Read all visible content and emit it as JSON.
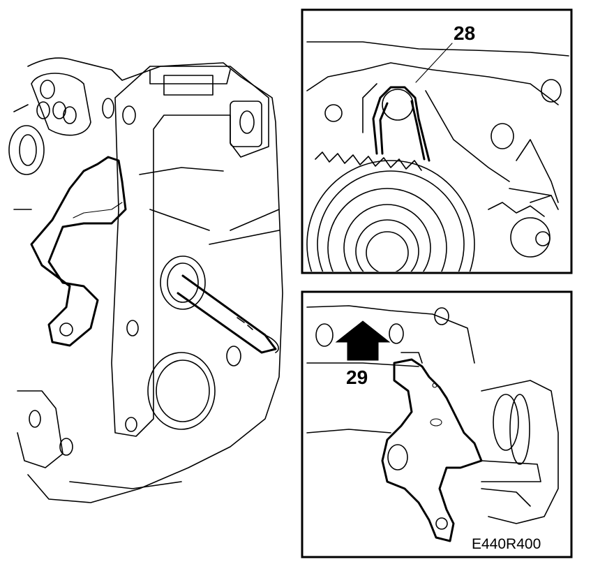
{
  "figure": {
    "callouts": [
      {
        "id": "28",
        "text": "28"
      },
      {
        "id": "29",
        "text": "29"
      }
    ],
    "figure_code": "E440R400",
    "ink_color": "#000000",
    "background_color": "#ffffff"
  }
}
